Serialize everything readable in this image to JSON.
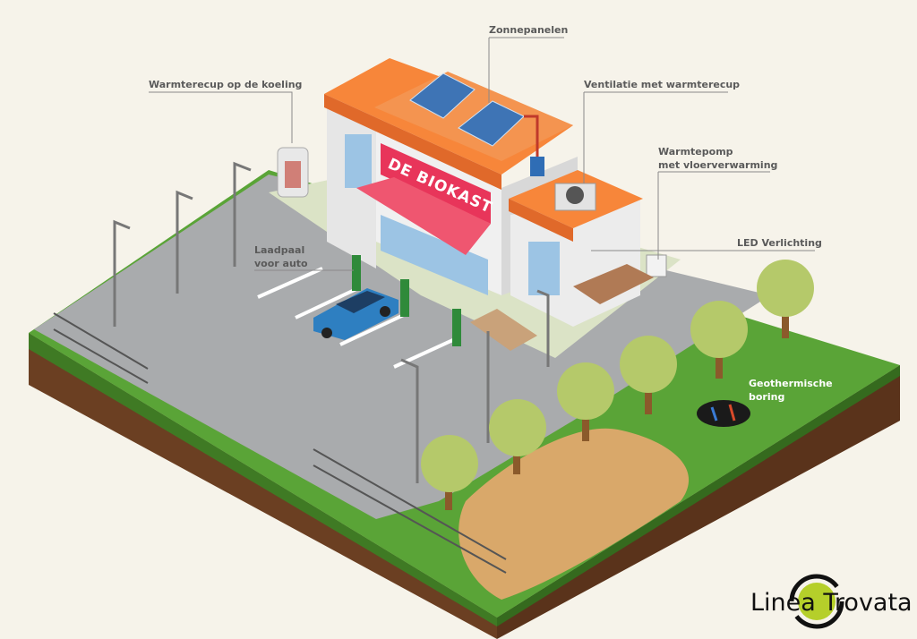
{
  "labels": {
    "solar": "Zonnepanelen",
    "cooling": "Warmterecup op de koeling",
    "ventilation": "Ventilatie met warmterecup",
    "heatpump_1": "Warmtepomp",
    "heatpump_2": "met vloerverwarming",
    "led": "LED Verlichting",
    "charger_1": "Laadpaal",
    "charger_2": "voor auto",
    "geo_1": "Geothermische",
    "geo_2": "boring"
  },
  "store_sign": "DE BIOKAST",
  "logo": "Linea Trovata",
  "colors": {
    "roof": "#f7863a",
    "sign": "#e8355a",
    "grass": "#5aa437",
    "asphalt": "#a7a9ab",
    "soil": "#7a4a2a",
    "logo_accent": "#b5cf2a"
  }
}
